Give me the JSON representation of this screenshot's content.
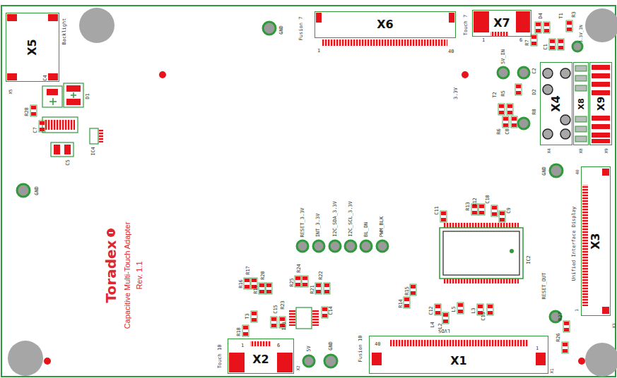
{
  "diagram": {
    "nodes": [
      {
        "text": [
          "X5"
        ]
      },
      {
        "text": [
          "X6"
        ]
      },
      {
        "text": [
          "X7"
        ]
      },
      {
        "text": [
          "X4"
        ]
      },
      {
        "text": [
          "X8"
        ]
      },
      {
        "text": [
          "X9"
        ]
      },
      {
        "text": [
          "X3"
        ]
      },
      {
        "text": [
          "X2"
        ]
      },
      {
        "text": [
          "X1"
        ]
      }
    ],
    "labels": [
      "Backlight",
      "X5",
      "R28",
      "C4",
      "D1",
      "C7",
      "C5",
      "IC4",
      "GND",
      "Toradex",
      "Capacitive Multi-Touch Adapter",
      "Rev. 1.1",
      "GND",
      "Fusion 7",
      "1",
      "40",
      "Touch 7",
      "1",
      "6",
      "D4",
      "T1",
      "R3",
      "3.3V_IN",
      "R7",
      "C1",
      "5V_IN",
      "3.3V",
      "C2",
      "T2",
      "R5",
      "D2",
      "R8",
      "R6",
      "C8",
      "X4",
      "X8",
      "X9",
      "GND",
      "40",
      "Unified Interface Display",
      "1",
      "X3",
      "RESET_3.3V",
      "INT_3.3V",
      "I2C_SDA_3.3V",
      "I2C_SCL_3.3V",
      "BL_ON",
      "PWM_BLK",
      "C11",
      "R13",
      "R12",
      "C10",
      "C9",
      "IC2",
      "RESET_OUT",
      "R16",
      "R17",
      "R19",
      "R20",
      "R25",
      "R24",
      "R21",
      "R22",
      "C15",
      "R23",
      "IC3",
      "C14",
      "R18",
      "T3",
      "Touch 10",
      "1",
      "6",
      "X2",
      "5V",
      "GND",
      "R14",
      "R15",
      "C12",
      "L4",
      "L2",
      "L5",
      "L3",
      "C13",
      "LVDS",
      "Fusion 10",
      "40",
      "1",
      "X1",
      "R27",
      "R26"
    ]
  }
}
